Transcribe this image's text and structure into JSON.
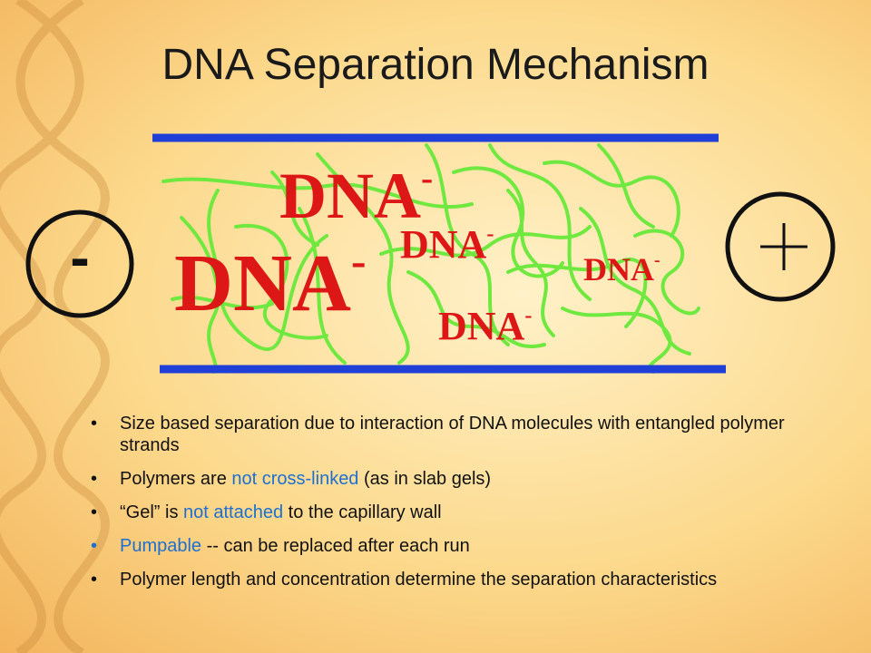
{
  "title": "DNA Separation Mechanism",
  "electrodes": {
    "negative": "-",
    "positive": "+"
  },
  "dna_labels": [
    {
      "text": "DNA",
      "charge": "-"
    },
    {
      "text": "DNA",
      "charge": "-"
    },
    {
      "text": "DNA",
      "charge": "-"
    },
    {
      "text": "DNA",
      "charge": "-"
    },
    {
      "text": "DNA",
      "charge": "-"
    }
  ],
  "bullet_marker": "•",
  "bullets": {
    "b1": "Size based separation due to interaction of DNA molecules with entangled polymer strands",
    "b2": {
      "pre": "Polymers are ",
      "highlight": "not cross-linked",
      "post": " (as in slab gels)"
    },
    "b3": {
      "pre": "“Gel” is ",
      "highlight": "not attached",
      "post": " to the capillary wall"
    },
    "b4": {
      "highlight": "Pumpable",
      "post": " -- can be replaced after each run"
    },
    "b5": "Polymer length and concentration determine the separation characteristics"
  },
  "colors": {
    "capillary_wall": "#1f3fd6",
    "polymer_strand": "#6fe83f",
    "dna_text": "#dd1616",
    "highlight": "#1e6fd0"
  }
}
